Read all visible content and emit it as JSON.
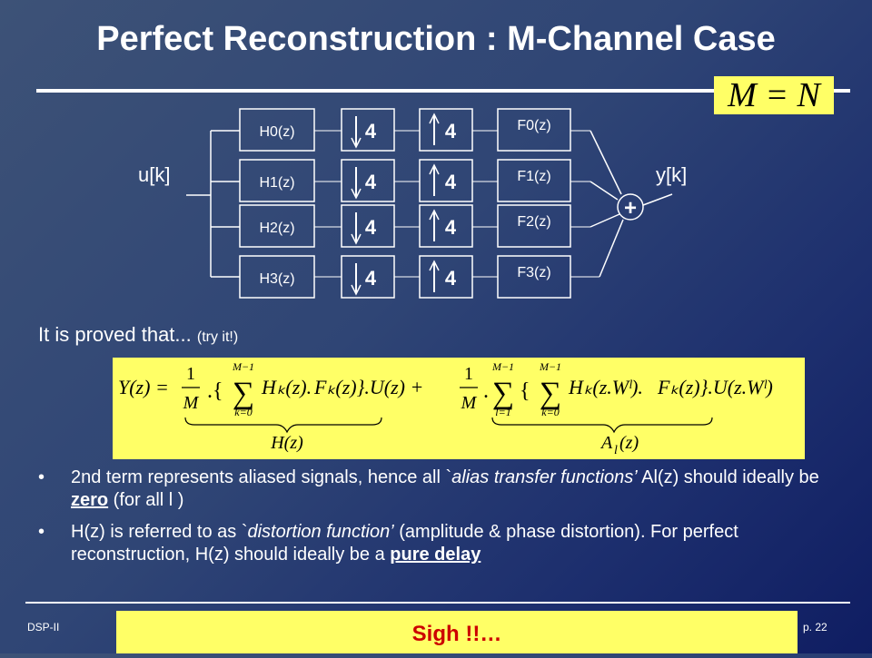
{
  "title": "Perfect Reconstruction : M-Channel Case",
  "condition": "M = N",
  "diagram": {
    "input_label": "u[k]",
    "output_label": "y[k]",
    "sum_symbol": "+",
    "analysis_filters": [
      "H0(z)",
      "H1(z)",
      "H2(z)",
      "H3(z)"
    ],
    "decimation_factor": "4",
    "expansion_factor": "4",
    "synthesis_filters": [
      "F0(z)",
      "F1(z)",
      "F2(z)",
      "F3(z)"
    ]
  },
  "intro": {
    "text": "It is proved that...",
    "note": "(try it!)"
  },
  "equation": {
    "lhs": "Y(z) =",
    "frac_num": "1",
    "frac_den": "M",
    "sum_top": "M−1",
    "sum_bottom_k": "k=0",
    "sum_bottom_l": "l=1",
    "term1": "H",
    "term2": "F",
    "underbrace1": "H(z)",
    "underbrace2": "A",
    "underbrace2_sub": "l",
    "underbrace2_arg": "(z)"
  },
  "bullets": [
    {
      "a": "2nd term represents aliased signals, hence all `",
      "b": "alias transfer functions’",
      "c": " Al(z) should ideally be ",
      "d": "zero",
      "e": " (for all l )"
    },
    {
      "a": "H(z) is referred to as `",
      "b": "distortion function’",
      "c": " (amplitude & phase distortion). For perfect reconstruction, H(z) should ideally be a ",
      "d": "pure delay",
      "e": ""
    }
  ],
  "footer": {
    "left": "DSP-II",
    "right": "p. 22",
    "banner": "Sigh !!…"
  },
  "colors": {
    "highlight": "#ffff66",
    "banner_text": "#cc0000"
  }
}
